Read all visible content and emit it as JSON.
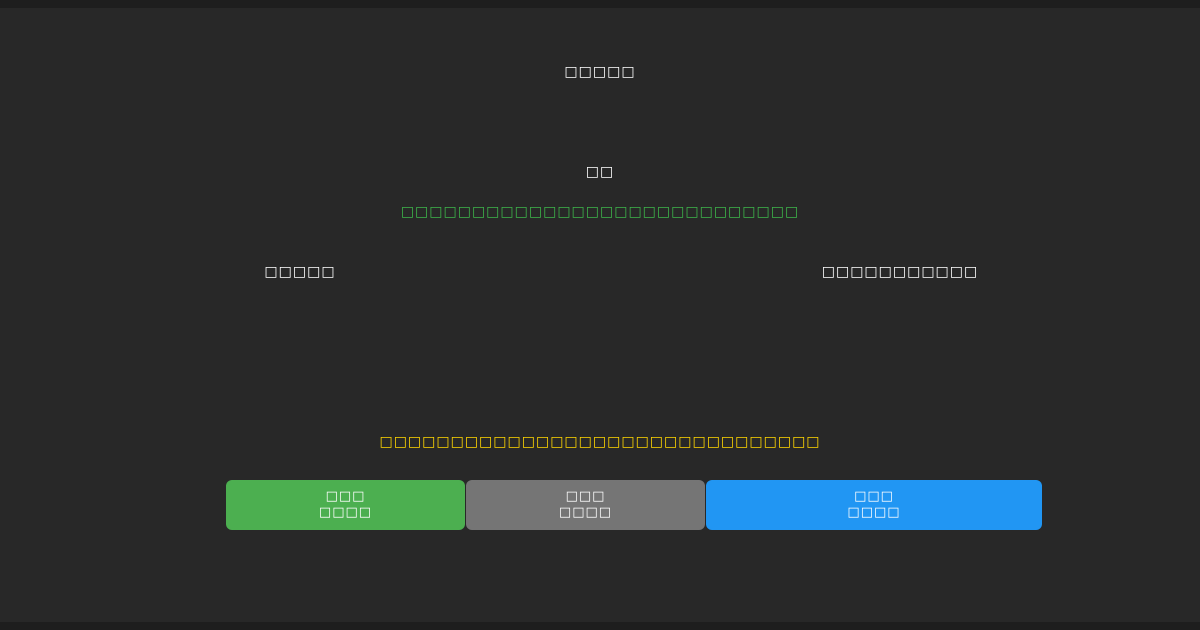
{
  "page": {
    "background": "#282828",
    "edge_bar_color": "#1e1e1e"
  },
  "header": {
    "title": "□□□□□"
  },
  "info": {
    "label": "□□",
    "green_note": "□□□□□□□□□□□□□□□□□□□□□□□□□□□□",
    "green_note_color": "#3DB54A"
  },
  "charts": {
    "left_title": "□□□□□",
    "right_title": "□□□□□□□□□□□"
  },
  "warning": {
    "text": "□□□□□□□□□□□□□□□□□□□□□□□□□□□□□□□",
    "color": "#FFD600"
  },
  "buttons": [
    {
      "id": "green",
      "line1": "□□□",
      "line2": "□□□□",
      "color": "#4CAF50"
    },
    {
      "id": "gray",
      "line1": "□□□",
      "line2": "□□□□",
      "color": "#757575"
    },
    {
      "id": "blue",
      "line1": "□□□",
      "line2": "□□□□",
      "color": "#2196F3"
    }
  ]
}
